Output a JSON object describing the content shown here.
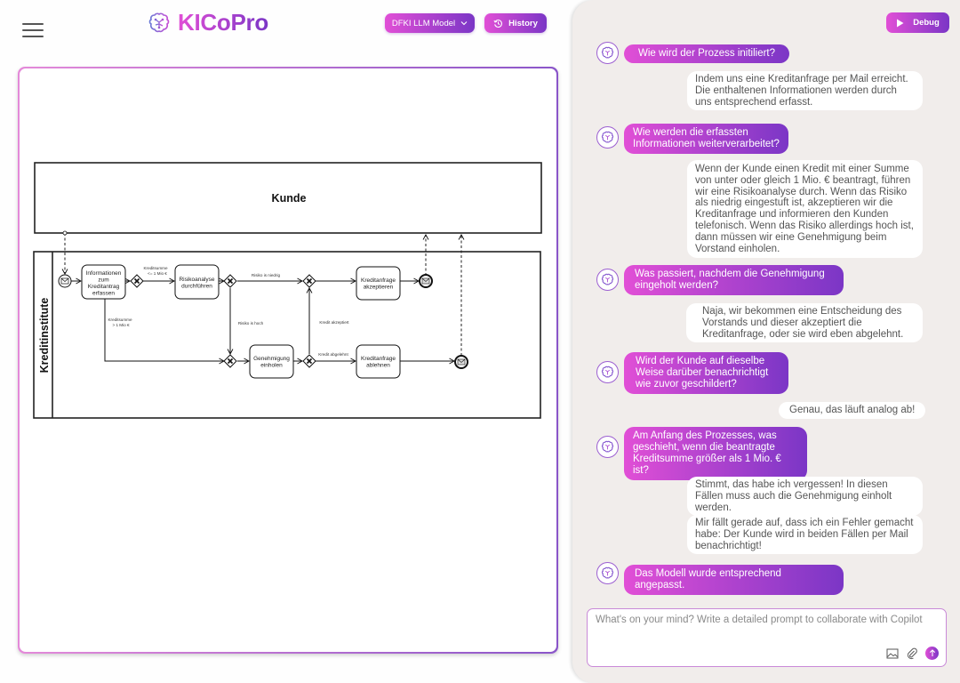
{
  "header": {
    "app_name": "KICoPro",
    "model_selector": "DFKI LLM Model",
    "history_label": "History",
    "debug_label": "Debug"
  },
  "colors": {
    "accent_start": "#e14fd6",
    "accent_end": "#7b36c6",
    "chat_bg": "#f1edeb"
  },
  "diagram": {
    "pool_customer": "Kunde",
    "pool_bank": "Kreditinstitute",
    "tasks": {
      "capture": [
        "Informationen",
        "zum",
        "Kreditantrag",
        "erfassen"
      ],
      "risk": [
        "Risikoanalyse",
        "durchführen"
      ],
      "approval": [
        "Genehmigung",
        "einholen"
      ],
      "accept": [
        "Kreditanfrage",
        "akzeptieren"
      ],
      "reject": [
        "Kreditanfrage",
        "ablehnen"
      ]
    },
    "labels": {
      "sum_le": [
        "Kreditsumme",
        "<= 1 Mio €"
      ],
      "sum_gt": [
        "Kreditsumme",
        "> 1 Mio €"
      ],
      "risk_low": "Risiko is niedrig",
      "risk_high": "Risiko is hoch",
      "credit_accepted": "Kredit akzeptiert",
      "credit_rejected": "Kredit abgelehnt"
    }
  },
  "chat": {
    "messages": [
      {
        "role": "assistant",
        "text": "Wie wird der Prozess initiliert?"
      },
      {
        "role": "user",
        "text": "Indem uns eine Kreditanfrage per Mail erreicht. Die enthaltenen Informationen werden durch uns entsprechend erfasst."
      },
      {
        "role": "assistant",
        "text": "Wie werden die erfassten Informationen weiterverarbeitet?"
      },
      {
        "role": "user",
        "text": "Wenn der Kunde einen Kredit mit einer Summe von unter oder gleich 1 Mio. € beantragt, führen wir eine Risikoanalyse durch. Wenn das Risiko als niedrig eingestuft ist, akzeptieren wir die Kreditanfrage und informieren den Kunden telefonisch. Wenn das Risiko allerdings hoch ist, dann müssen wir eine Genehmigung beim Vorstand einholen."
      },
      {
        "role": "assistant",
        "text": "Was passiert, nachdem die Genehmigung eingeholt werden?"
      },
      {
        "role": "user",
        "text": "Naja, wir bekommen eine Entscheidung des Vorstands und dieser akzeptiert die Kreditanfrage, oder sie wird eben abgelehnt."
      },
      {
        "role": "assistant",
        "text": "Wird der Kunde auf dieselbe Weise darüber benachrichtigt wie zuvor geschildert?"
      },
      {
        "role": "user",
        "text": "Genau, das läuft analog ab!"
      },
      {
        "role": "assistant",
        "text": "Am Anfang des Prozesses, was geschieht, wenn die beantragte Kreditsumme größer als 1 Mio. € ist?"
      },
      {
        "role": "user",
        "text": "Stimmt, das habe ich vergessen! In diesen Fällen muss auch die Genehmigung einholt werden."
      },
      {
        "role": "user",
        "text": "Mir fällt gerade auf, dass ich ein Fehler gemacht habe: Der Kunde wird in beiden Fällen per Mail benachrichtigt!"
      },
      {
        "role": "assistant",
        "text": "Das Modell wurde entsprechend angepasst."
      }
    ],
    "input_placeholder": "What's on your mind? Write a detailed prompt to collaborate with Copilot",
    "input_value": ""
  }
}
